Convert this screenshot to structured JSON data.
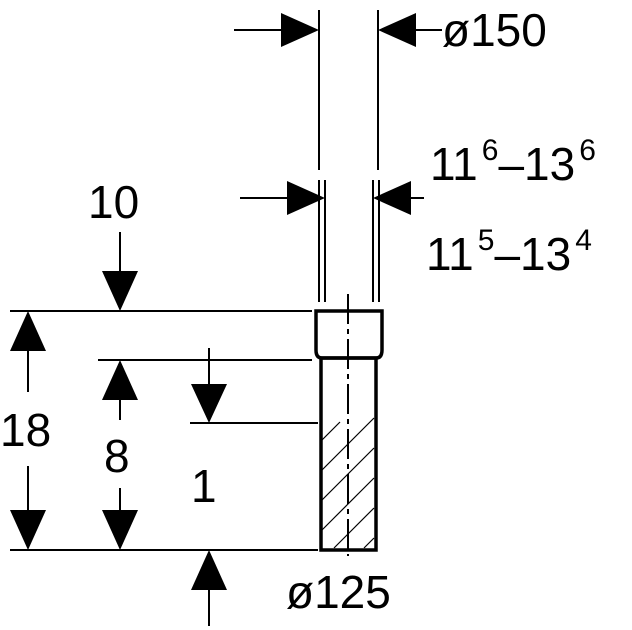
{
  "dimensions": {
    "top_diameter": "ø150",
    "bottom_diameter": "ø125",
    "range_upper": {
      "base_start": "11",
      "sup_start": "6",
      "dash": "–",
      "base_end": "13",
      "sup_end": "6"
    },
    "range_lower": {
      "base_start": "11",
      "sup_start": "5",
      "dash": "–",
      "base_end": "13",
      "sup_end": "4"
    },
    "dim_10": "10",
    "dim_18": "18",
    "dim_8": "8",
    "dim_1": "1"
  }
}
